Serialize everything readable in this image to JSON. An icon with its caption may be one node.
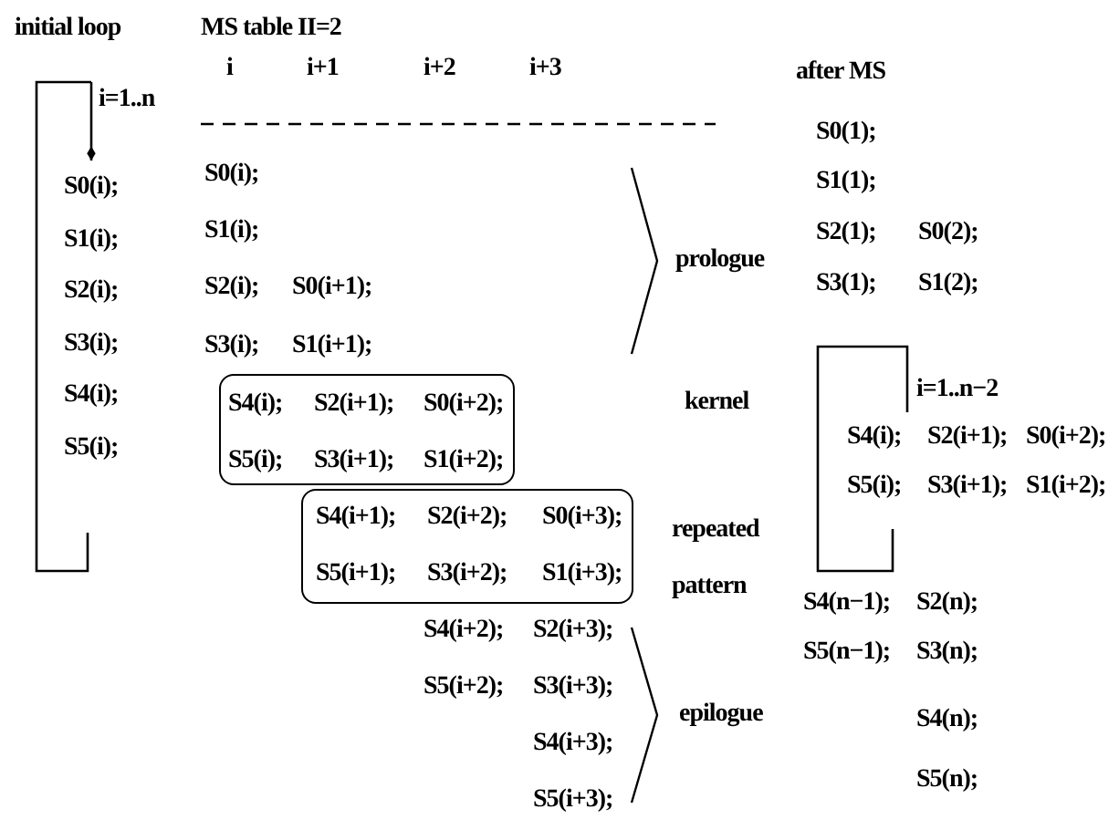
{
  "diagram": {
    "nodes": [
      {
        "text": [
          "S4(i);",
          "S2(i+1);",
          "S0(i+2);",
          "S5(i);",
          "S3(i+1);",
          "S1(i+2);"
        ]
      },
      {
        "text": [
          "S4(i+1);",
          "S2(i+2);",
          "S0(i+3);",
          "S5(i+1);",
          "S3(i+2);",
          "S1(i+3);"
        ]
      }
    ],
    "labels": [
      "initial loop",
      "MS table II=2",
      "i",
      "i+1",
      "i+2",
      "i+3",
      "i=1..n",
      "S0(i);",
      "S1(i);",
      "S2(i);",
      "S3(i);",
      "S4(i);",
      "S5(i);",
      "S0(i);",
      "S1(i);",
      "S2(i);",
      "S0(i+1);",
      "S3(i);",
      "S1(i+1);",
      "S4(i+2);",
      "S2(i+3);",
      "S5(i+2);",
      "S3(i+3);",
      "S4(i+3);",
      "S5(i+3);",
      "after MS",
      "S0(1);",
      "S1(1);",
      "S2(1);",
      "S0(2);",
      "S3(1);",
      "S1(2);",
      "i=1..n−2",
      "S4(i);",
      "S2(i+1);",
      "S0(i+2);",
      "S5(i);",
      "S3(i+1);",
      "S1(i+2);",
      "S4(n−1);",
      "S2(n);",
      "S5(n−1);",
      "S3(n);",
      "S4(n);",
      "S5(n);",
      "prologue",
      "epilogue",
      "kernel",
      "repeated pattern"
    ]
  }
}
